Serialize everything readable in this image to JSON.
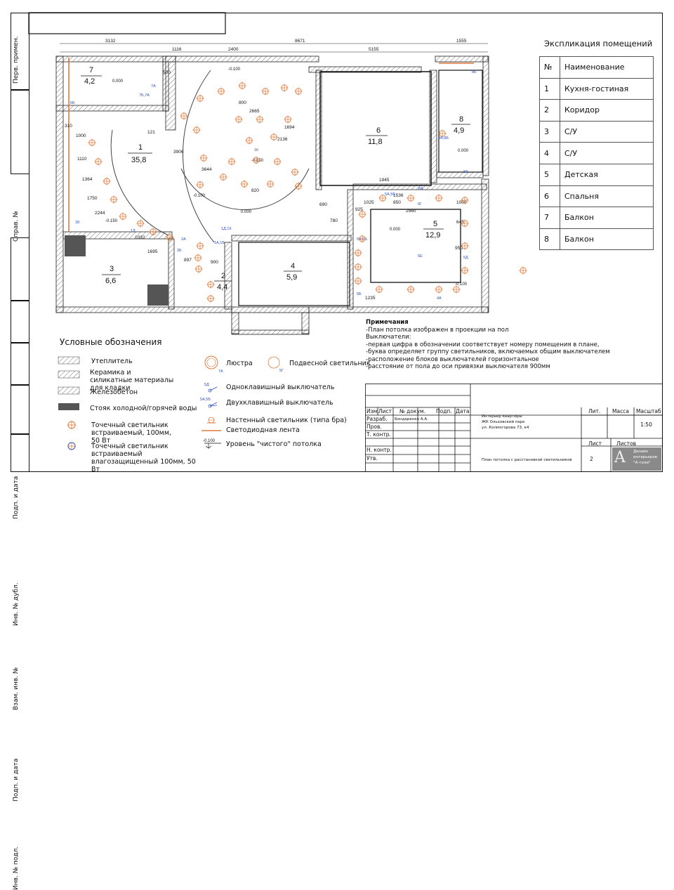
{
  "side_stamp": {
    "labels": [
      "Перв. примен.",
      "Справ. №",
      "Подп. и дата",
      "Инв. № дубл.",
      "Взам. инв. №",
      "Подп. и дата",
      "Инв. № подл."
    ]
  },
  "rooms": [
    {
      "number": "1",
      "area": "35,8"
    },
    {
      "number": "2",
      "area": "4,4"
    },
    {
      "number": "3",
      "area": "6,6"
    },
    {
      "number": "4",
      "area": "5,9"
    },
    {
      "number": "5",
      "area": "12,9"
    },
    {
      "number": "6",
      "area": "11,8"
    },
    {
      "number": "7",
      "area": "4,2"
    },
    {
      "number": "8",
      "area": "4,9"
    }
  ],
  "dimensions": {
    "top_outer": [
      "3132",
      "8671",
      "1555"
    ],
    "top_inner": [
      "1116",
      "2400",
      "5155"
    ],
    "misc": [
      "1000",
      "1110",
      "1364",
      "1750",
      "2244",
      "1032",
      "1695",
      "897",
      "900",
      "800",
      "2665",
      "1694",
      "2136",
      "3906",
      "3644",
      "1945",
      "1536",
      "2560",
      "1025",
      "850",
      "925",
      "1235",
      "950",
      "645",
      "1000",
      "820",
      "780",
      "690",
      "500",
      "310",
      "121"
    ]
  },
  "levels": [
    "0.000",
    "-0.100",
    "-0.150",
    "-0.100",
    "0.000",
    "0.000",
    "-0.150",
    "0.000",
    "-0.100"
  ],
  "switch_labels": [
    "7A",
    "7Б,7А",
    "1Б",
    "1К",
    "1Д",
    "1А,1Б",
    "2А",
    "2Б",
    "1Д,1К",
    "5А,5Б",
    "5Е",
    "5Г",
    "5А,5Е",
    "8А,8Б",
    "8А",
    "8Б",
    "4А",
    "5Б",
    "6А",
    "6Б",
    "5Д"
  ],
  "explication": {
    "title": "Экспликация помещений",
    "header": [
      "№",
      "Наименование"
    ],
    "rows": [
      {
        "num": "1",
        "name": "Кухня-гостиная"
      },
      {
        "num": "2",
        "name": "Коридор"
      },
      {
        "num": "3",
        "name": "С/У"
      },
      {
        "num": "4",
        "name": "С/У"
      },
      {
        "num": "5",
        "name": "Детская"
      },
      {
        "num": "6",
        "name": "Спальня"
      },
      {
        "num": "7",
        "name": "Балкон"
      },
      {
        "num": "8",
        "name": "Балкон"
      }
    ]
  },
  "legend": {
    "title": "Условные обозначения",
    "items": {
      "insulation": "Утеплитель",
      "ceramic": "Керамика и силикатные материалы для кладки",
      "concrete": "Железобетон",
      "risers": "Стояк холодной/горячей воды",
      "spot": "Точечный светильник встраиваемый, 100мм, 50 Вт",
      "spot_wet": "Точечный светильник встраиваемый влагозащищенный 100мм, 50 Вт",
      "chandelier": "Люстра",
      "pendant": "Подвесной светильник",
      "switch1": "Одноклавишный выключатель",
      "switch2": "Двухклавишный выключатель",
      "sconce": "Настенный светильник (типа бра)",
      "led": "Светодиодная лента",
      "ceiling_level": "Уровень \"чистого\" потолка",
      "ceiling_level_value": "-0.100",
      "switch1_code": "5Д",
      "switch2_code": "5А,5Б",
      "chandelier_code": "7А",
      "pendant_code": "5Г"
    }
  },
  "notes": {
    "title": "Примечания",
    "lines": [
      "-План потолка изображен в проекции на пол",
      "Выключатели:",
      "-первая цифра в обозначении соответствует номеру помещения в плане,",
      "-буква определяет группу светильников, включаемых общим выключателем",
      "-расположение блоков выключателей горизонтальное",
      "-расстояние от пола до оси привязки выключателя 900мм"
    ]
  },
  "title_block": {
    "col_heads": [
      "Изм.",
      "Лист",
      "№ докум.",
      "Подп.",
      "Дата"
    ],
    "rows": [
      "Разраб.",
      "Пров.",
      "Т. контр.",
      "Н. контр.",
      "Утв."
    ],
    "author": "Бондаренко А.А.",
    "project": [
      "Интерьер квартиры",
      "ЖК Ольховский парк",
      "ул. Колмогорова 73, к4"
    ],
    "sheet_title": "План потолка с расстановкой светильников",
    "lit": "Лит.",
    "mass": "Масса",
    "scale_label": "Масштаб",
    "scale": "1:50",
    "sheet_label": "Лист",
    "sheets_label": "Листов",
    "sheet_number": "2",
    "logo_lines": [
      "Дизайн",
      "интерьеров",
      "\"А-толи\""
    ]
  }
}
